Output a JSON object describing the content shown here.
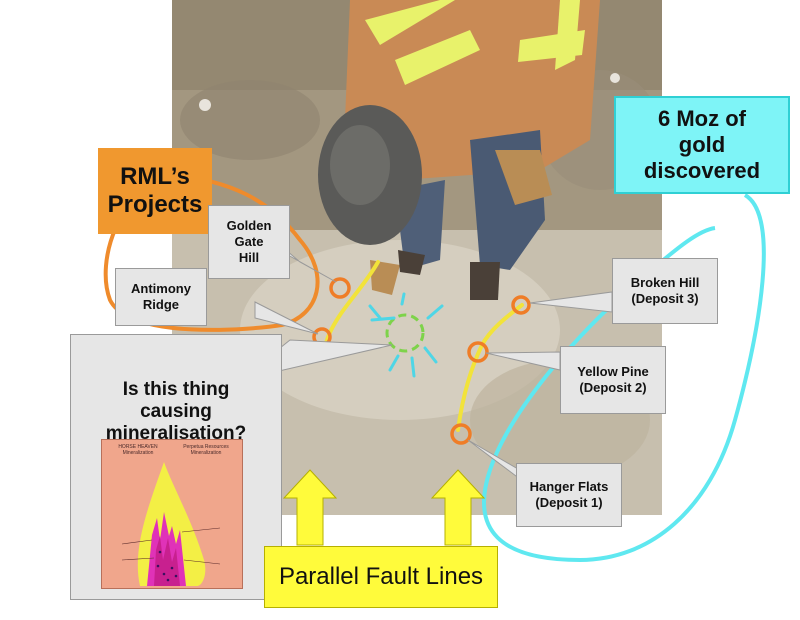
{
  "labels": {
    "rml_projects": "RML’s\nProjects",
    "gold_discovered": "6 Moz of\ngold\ndiscovered",
    "golden_gate_hill": "Golden\nGate\nHill",
    "antimony_ridge": "Antimony\nRidge",
    "broken_hill": "Broken Hill\n(Deposit 3)",
    "yellow_pine": "Yellow Pine\n(Deposit 2)",
    "hanger_flats": "Hanger Flats\n(Deposit 1)",
    "mineralisation_question": "Is this thing\ncausing\nmineralisation?",
    "parallel_fault_lines": "Parallel Fault Lines"
  },
  "inset": {
    "left_title": "HORSE HEAVEN\nMineralization",
    "right_title": "Perpetua Resources\nMineralization"
  },
  "colors": {
    "orange": "#f0982f",
    "cyan": "#7ef4f7",
    "yellow": "#fffb3b",
    "fault_line": "#f2e33a",
    "callout_grey": "#e6e6e6"
  }
}
